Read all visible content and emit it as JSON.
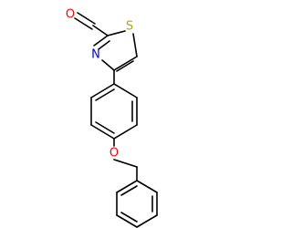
{
  "atoms": {
    "O_aldehyde": {
      "symbol": "O",
      "color": "#ff0000"
    },
    "S": {
      "symbol": "S",
      "color": "#b5a800"
    },
    "N": {
      "symbol": "N",
      "color": "#0000ff"
    },
    "O_ether": {
      "symbol": "O",
      "color": "#ff0000"
    }
  },
  "bond_color": "#000000"
}
